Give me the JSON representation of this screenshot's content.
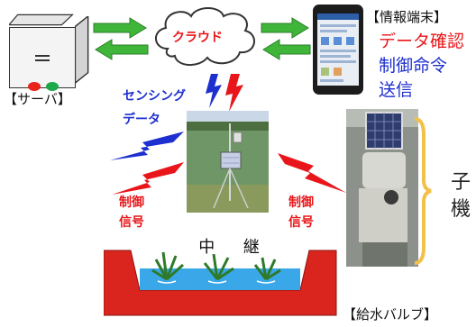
{
  "server": {
    "label": "【サーバ】",
    "icon": "server-icon"
  },
  "cloud": {
    "label": "クラウド",
    "icon": "cloud-icon"
  },
  "terminal": {
    "label": "【情報端末】",
    "lines": [
      "データ確認",
      "制御命令",
      "送信"
    ],
    "line_colors": [
      "#e8161a",
      "#1d2fcf",
      "#1d2fcf"
    ],
    "icon": "smartphone-icon"
  },
  "sensing": {
    "line1": "センシング",
    "line2": "データ"
  },
  "control_left": {
    "line1": "制御",
    "line2": "信号"
  },
  "control_right": {
    "line1": "制御",
    "line2": "信号"
  },
  "relay": {
    "label1": "中",
    "label2": "継"
  },
  "child": {
    "label1": "子",
    "label2": "機"
  },
  "valve": {
    "label": "【給水バルブ】"
  },
  "colors": {
    "arrow_green": "#3fb53a",
    "bolt_blue": "#1d2fcf",
    "bolt_red": "#e8161a",
    "channel_red": "#d9251d",
    "water": "#3aa8e8",
    "bracket": "#f2c14a"
  }
}
